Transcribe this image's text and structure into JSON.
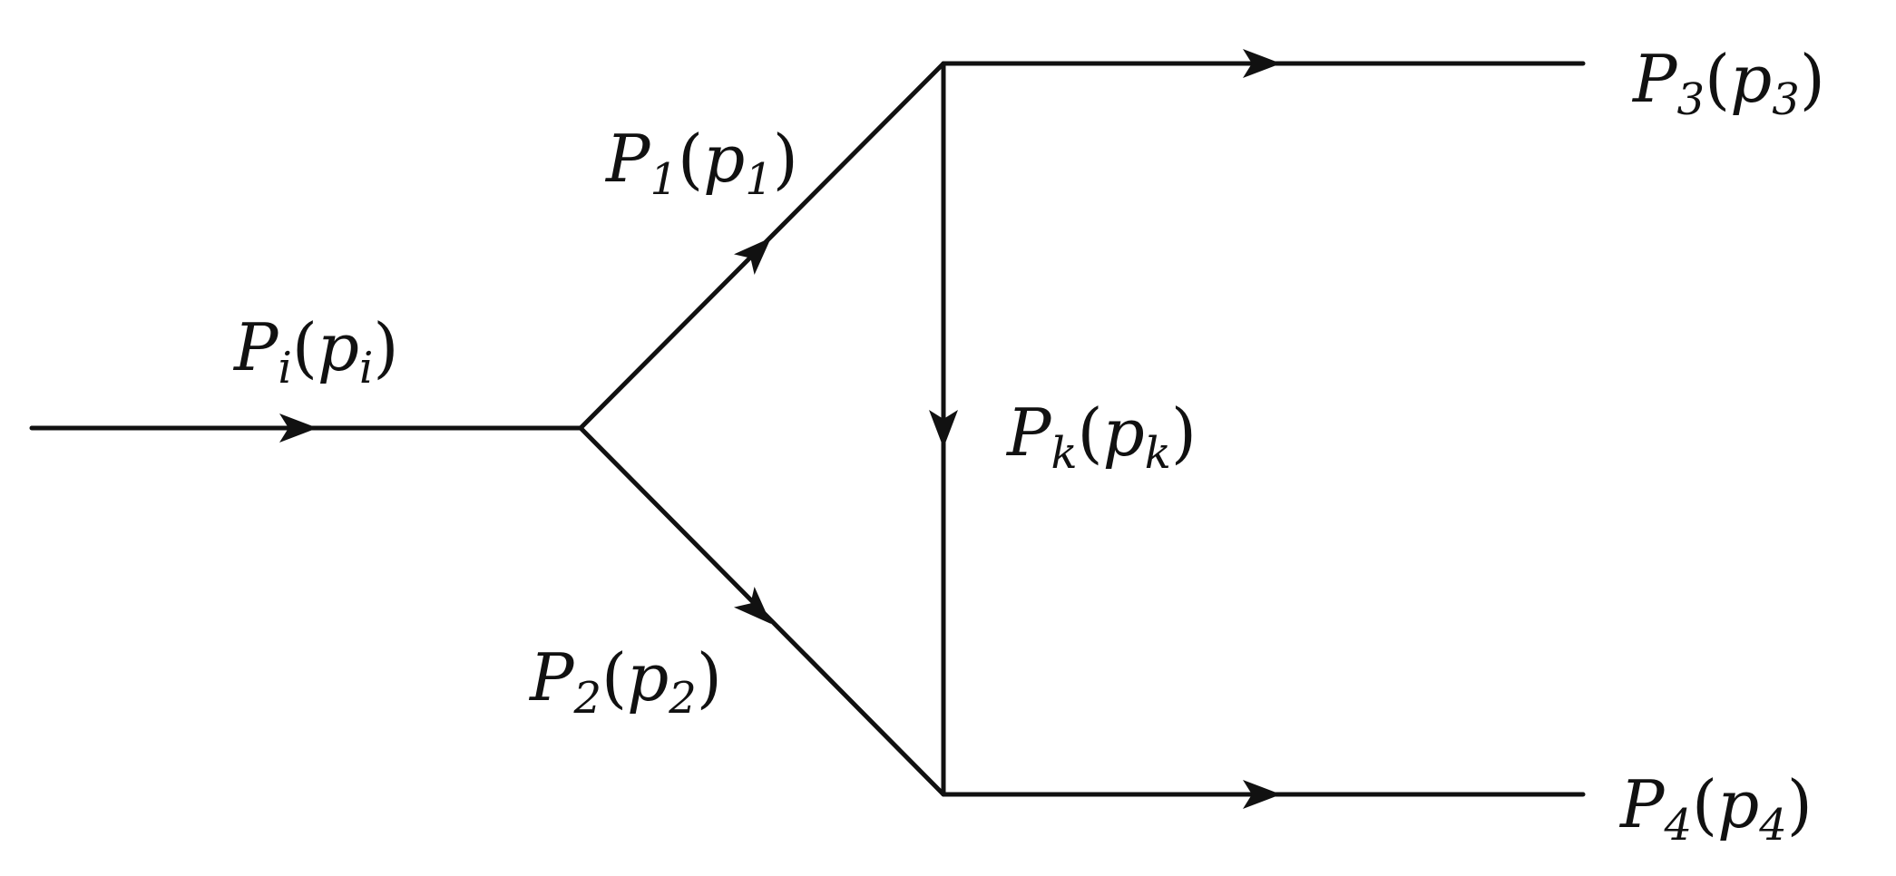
{
  "diagram": {
    "labels": {
      "pi": {
        "P": "P",
        "sub": "i",
        "p": "p"
      },
      "p1": {
        "P": "P",
        "sub": "1",
        "p": "p"
      },
      "p2": {
        "P": "P",
        "sub": "2",
        "p": "p"
      },
      "pk": {
        "P": "P",
        "sub": "k",
        "p": "p"
      },
      "p3": {
        "P": "P",
        "sub": "3",
        "p": "p"
      },
      "p4": {
        "P": "P",
        "sub": "4",
        "p": "p"
      }
    },
    "paren_open": "(",
    "paren_close": ")",
    "colors": {
      "line": "#111111",
      "background": "#ffffff"
    }
  }
}
